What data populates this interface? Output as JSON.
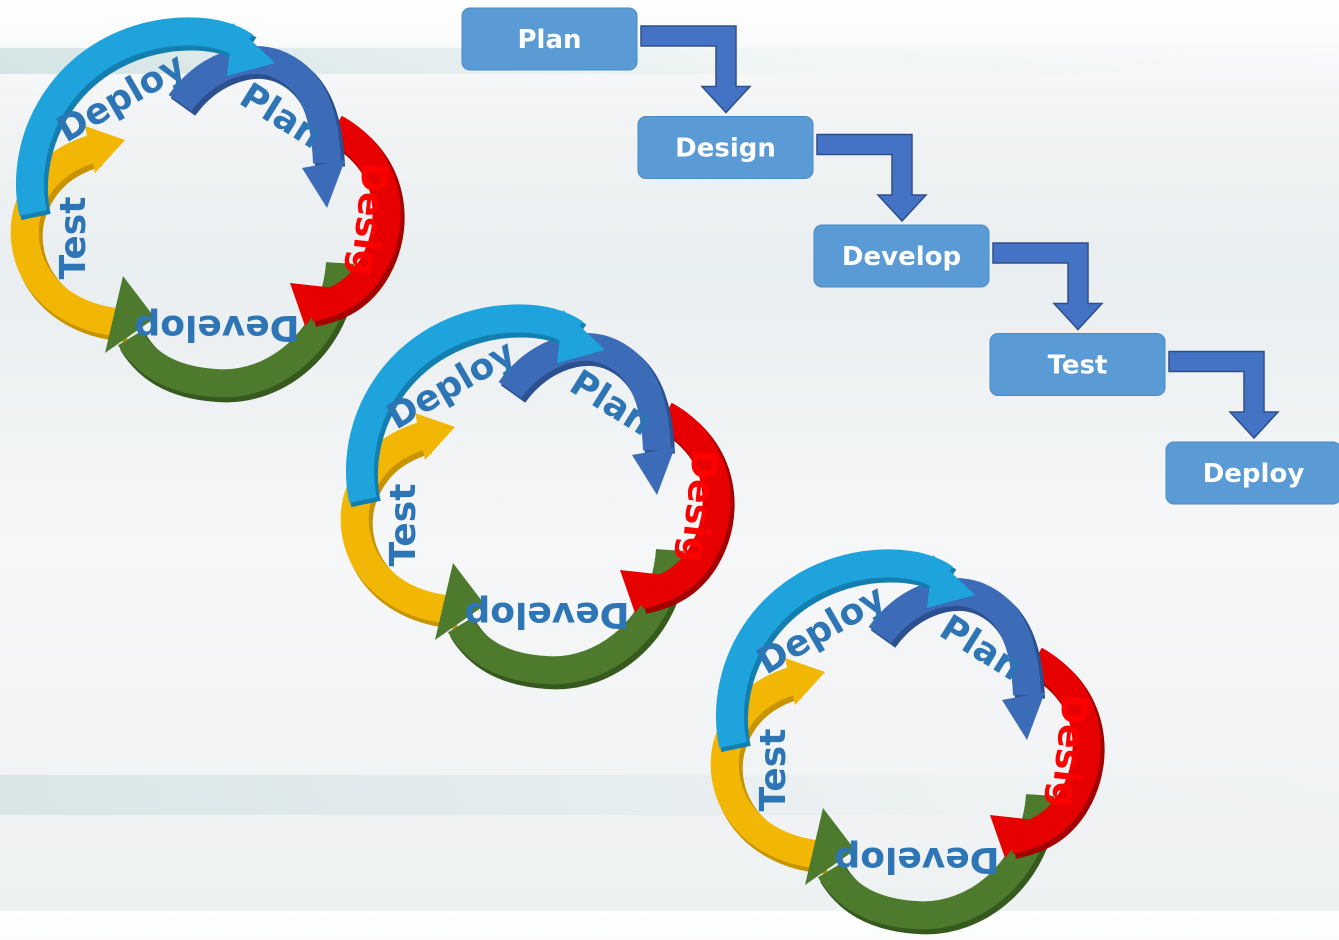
{
  "cycle_phases": {
    "deploy": "Deploy",
    "plan": "Plan",
    "design": "Desig",
    "develop": "Develop",
    "test": "Test"
  },
  "waterfall_steps": [
    "Plan",
    "Design",
    "Develop",
    "Test",
    "Deploy"
  ],
  "colors": {
    "deploy_arrow": "#1ea3dc",
    "plan_arrow": "#3c6bb8",
    "design_arrow": "#e60000",
    "develop_arrow": "#4d7a2d",
    "test_arrow": "#f2b705",
    "label_blue": "#2e75b6",
    "label_red": "#ff0000",
    "step_box": "#5b9bd5",
    "connector": "#4472c4"
  }
}
